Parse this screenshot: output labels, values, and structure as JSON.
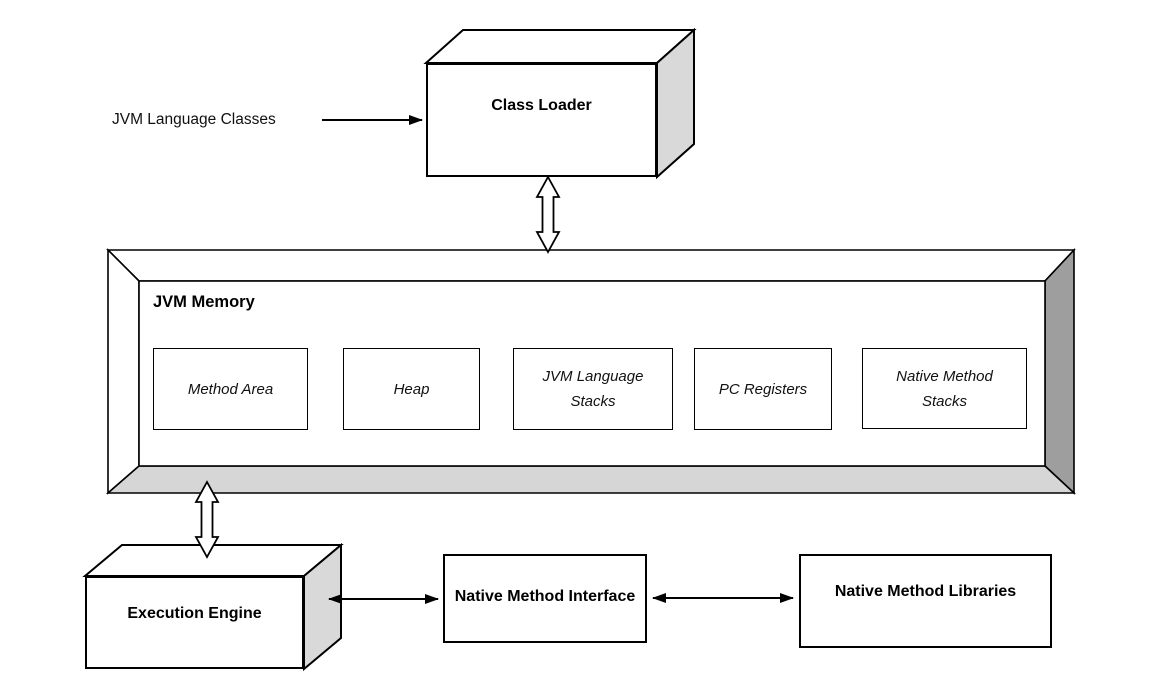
{
  "diagram": {
    "input_label": "JVM Language Classes",
    "class_loader": {
      "label": "Class Loader"
    },
    "jvm_memory": {
      "label": "JVM Memory",
      "components": [
        {
          "label": "Method Area"
        },
        {
          "label": "Heap"
        },
        {
          "label": "JVM Language\nStacks"
        },
        {
          "label": "PC Registers"
        },
        {
          "label": "Native Method\nStacks"
        }
      ]
    },
    "execution_engine": {
      "label": "Execution Engine"
    },
    "native_method_interface": {
      "label": "Native Method Interface"
    },
    "native_method_libraries": {
      "label": "Native Method Libraries"
    },
    "colors": {
      "background": "#ffffff",
      "stroke": "#000000",
      "box_side_shade": "#d9d9d9",
      "frame_right_shade": "#9e9e9e",
      "frame_bottom_shade": "#d6d6d6"
    }
  }
}
